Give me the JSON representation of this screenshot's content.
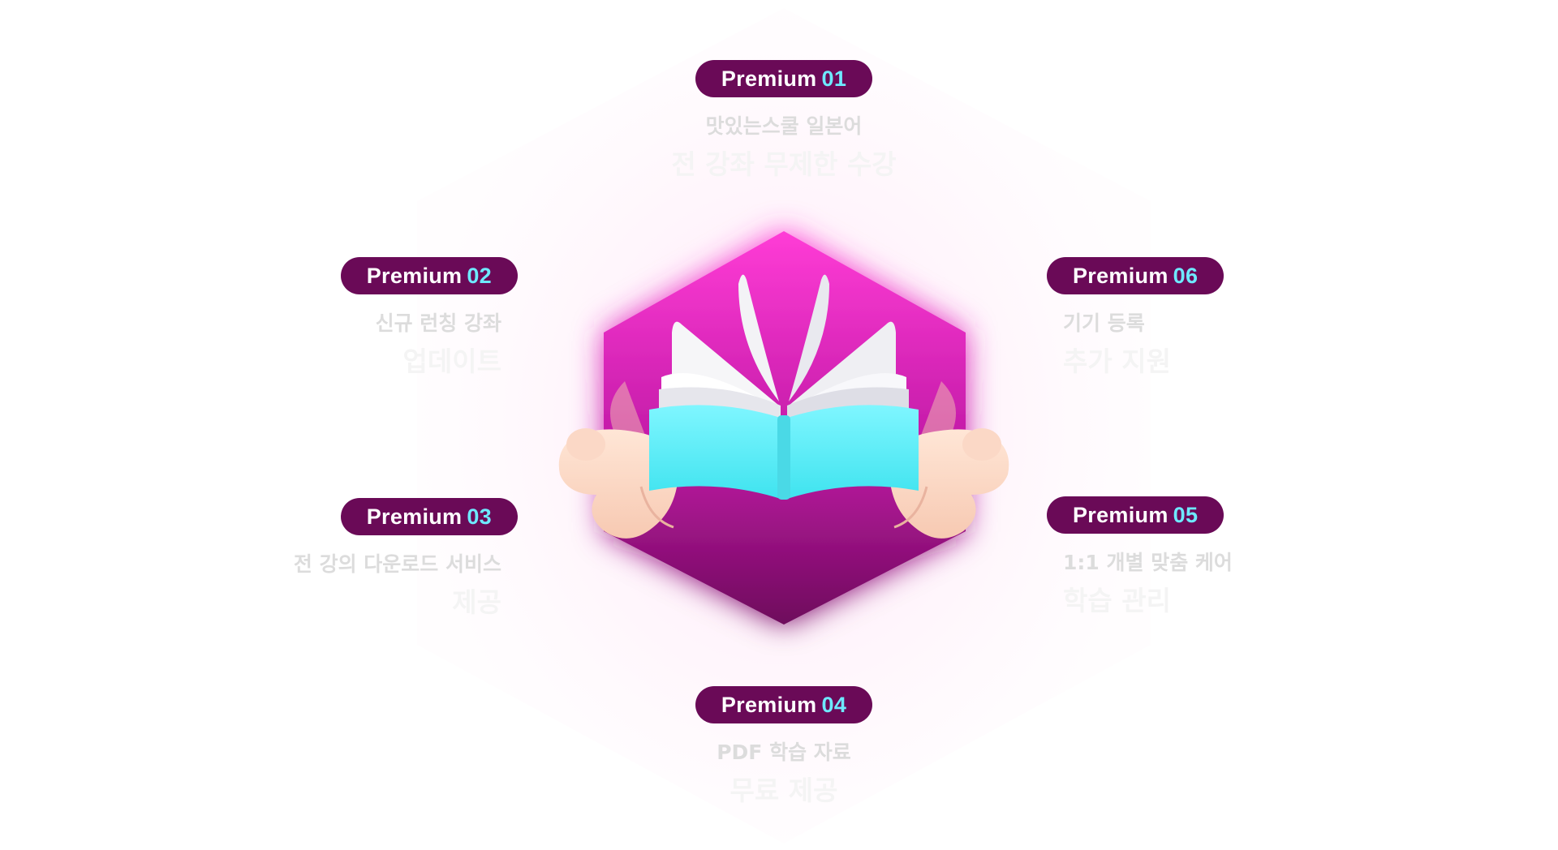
{
  "colors": {
    "badge_bg": "#6a0a57",
    "badge_number": "#6ee9ff",
    "hex_top": "#ff3cd6",
    "hex_bottom": "#7a0a66",
    "book_cover": "#5ef0f7",
    "faded_text": "#dcdcdc"
  },
  "center_icon": "book-in-hands-icon",
  "premiums": [
    {
      "label": "Premium",
      "number": "01",
      "line1": "맛있는스쿨 일본어",
      "line2": "전 강좌 무제한 수강"
    },
    {
      "label": "Premium",
      "number": "02",
      "line1": "신규 런칭 강좌",
      "line2": "업데이트"
    },
    {
      "label": "Premium",
      "number": "03",
      "line1": "전 강의 다운로드 서비스",
      "line2": "제공"
    },
    {
      "label": "Premium",
      "number": "04",
      "line1": "PDF 학습 자료",
      "line2": "무료 제공"
    },
    {
      "label": "Premium",
      "number": "05",
      "line1": "1:1 개별 맞춤 케어",
      "line2": "학습 관리"
    },
    {
      "label": "Premium",
      "number": "06",
      "line1": "기기 등록",
      "line2": "추가 지원"
    }
  ]
}
